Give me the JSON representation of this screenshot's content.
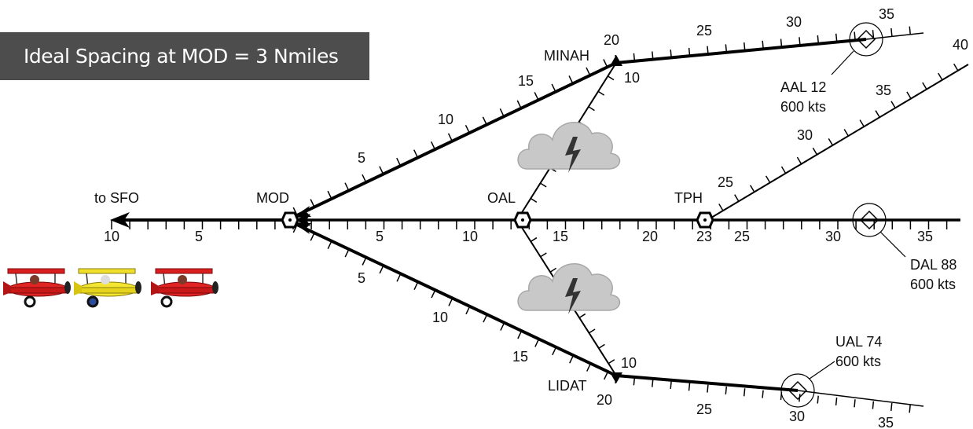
{
  "banner": "Ideal Spacing at MOD = 3 Nmiles",
  "destination": "to SFO",
  "fixes": {
    "mod": "MOD",
    "minah": "MINAH",
    "oal": "OAL",
    "tph": "TPH",
    "lidat": "LIDAT"
  },
  "aircraft": [
    {
      "callsign": "AAL 12",
      "speed": "600 kts"
    },
    {
      "callsign": "DAL 88",
      "speed": "600 kts"
    },
    {
      "callsign": "UAL 74",
      "speed": "600 kts"
    }
  ],
  "scales": {
    "main": [
      "10",
      "5",
      "5",
      "10",
      "15",
      "20",
      "23",
      "25",
      "30",
      "35"
    ],
    "upper": [
      "5",
      "10",
      "15",
      "20",
      "25",
      "30",
      "35"
    ],
    "lower": [
      "5",
      "10",
      "15",
      "20",
      "25",
      "30",
      "35"
    ],
    "minah_branch": "10",
    "lidat_branch": "10",
    "tph_branch": [
      "25",
      "30",
      "35",
      "40"
    ]
  },
  "colors": {
    "banner_bg": "#4d4d4d",
    "banner_text": "#ffffff",
    "route": "#000000",
    "cloud": "#c8c8c8"
  },
  "icons": [
    "weather-cloud-icon",
    "biplane-icon"
  ]
}
